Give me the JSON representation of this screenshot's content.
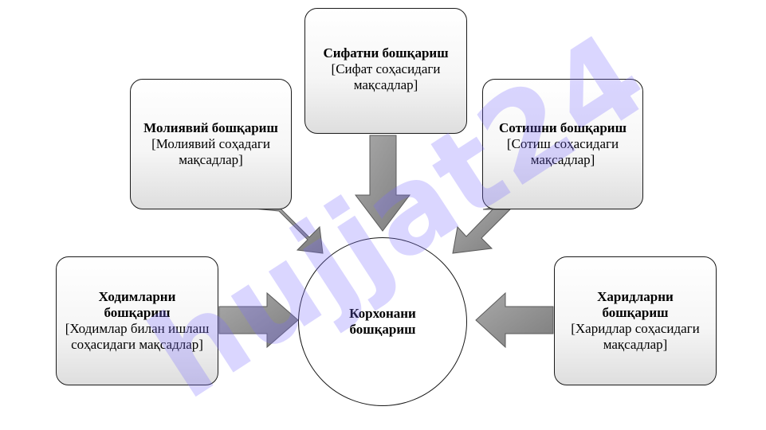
{
  "diagram": {
    "center": {
      "label_line1": "Корхонани",
      "label_line2": "бошқариш"
    },
    "nodes": {
      "quality": {
        "title": "Сифатни бошқариш",
        "desc": "[Сифат соҳасидаги мақсадлар]"
      },
      "finance": {
        "title": "Молиявий бошқариш",
        "desc": "[Молиявий соҳадаги мақсадлар]"
      },
      "sales": {
        "title": "Сотишни бошқариш",
        "desc": "[Сотиш соҳасидаги мақсадлар]"
      },
      "staff": {
        "title": "Ходимларни бошқариш",
        "desc": "[Ходимлар билан ишлаш соҳасидаги мақсадлар]"
      },
      "purchase": {
        "title": "Харидларни бошқариш",
        "desc": "[Харидлар соҳасидаги мақсадлар]"
      }
    },
    "arrow_color": "#8c8c8c",
    "border_color": "#1a1a1a"
  },
  "watermark": {
    "text": "hujjat24",
    "color": "#7b6cff"
  }
}
